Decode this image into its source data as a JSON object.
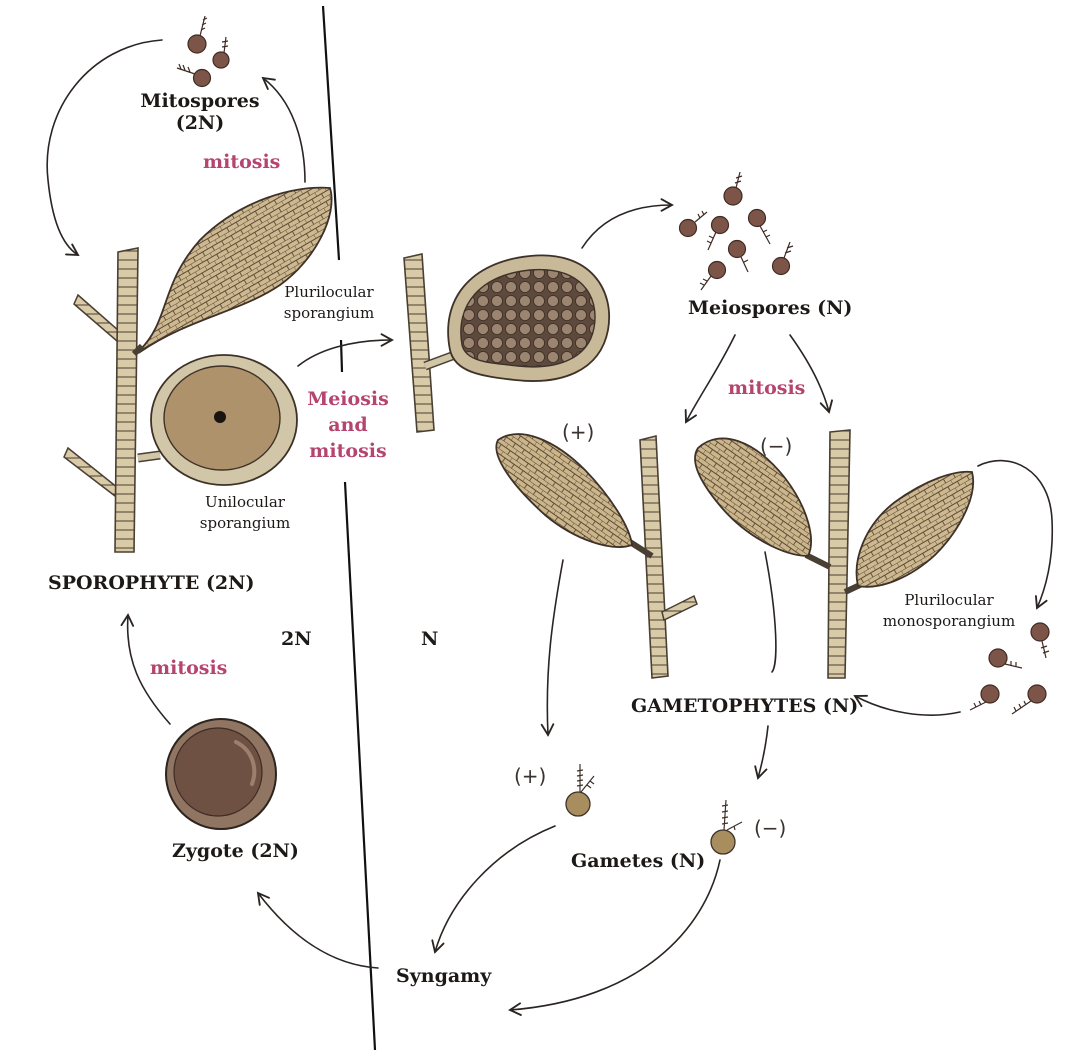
{
  "labels": {
    "mitospores": "Mitospores",
    "mitospores_ploidy": "(2N)",
    "mitosis_top": "mitosis",
    "plurilocular_sporangium_1": "Plurilocular",
    "plurilocular_sporangium_2": "sporangium",
    "meiosis_1": "Meiosis",
    "meiosis_2": "and",
    "meiosis_3": "mitosis",
    "unilocular_1": "Unilocular",
    "unilocular_2": "sporangium",
    "sporophyte": "SPOROPHYTE (2N)",
    "ploidy_2n": "2N",
    "ploidy_n": "N",
    "mitosis_left": "mitosis",
    "zygote": "Zygote (2N)",
    "syngamy": "Syngamy",
    "meiospores": "Meiospores (N)",
    "mitosis_right": "mitosis",
    "plus_sign": "(+)",
    "minus_sign": "(−)",
    "gametophytes": "GAMETOPHYTES (N)",
    "plurilocular_mono_1": "Plurilocular",
    "plurilocular_mono_2": "monosporangium",
    "gamete_plus": "(+)",
    "gamete_minus": "(−)",
    "gametes": "Gametes (N)"
  },
  "colors": {
    "stalk_fill": "#d9cba8",
    "stalk_line": "#4a3f33",
    "sporangium_mesh": "#c9b48a",
    "unilocular_outer": "#d2c6a8",
    "unilocular_inner": "#ad926b",
    "meiospore_cells": "#8c7560",
    "spore_dark": "#7d5548",
    "gamete_fill": "#a88d5e",
    "zygote_outer": "#8f7562",
    "zygote_inner": "#6e5143",
    "accent_pink": "#b5456e",
    "arrow": "#2a2522"
  }
}
